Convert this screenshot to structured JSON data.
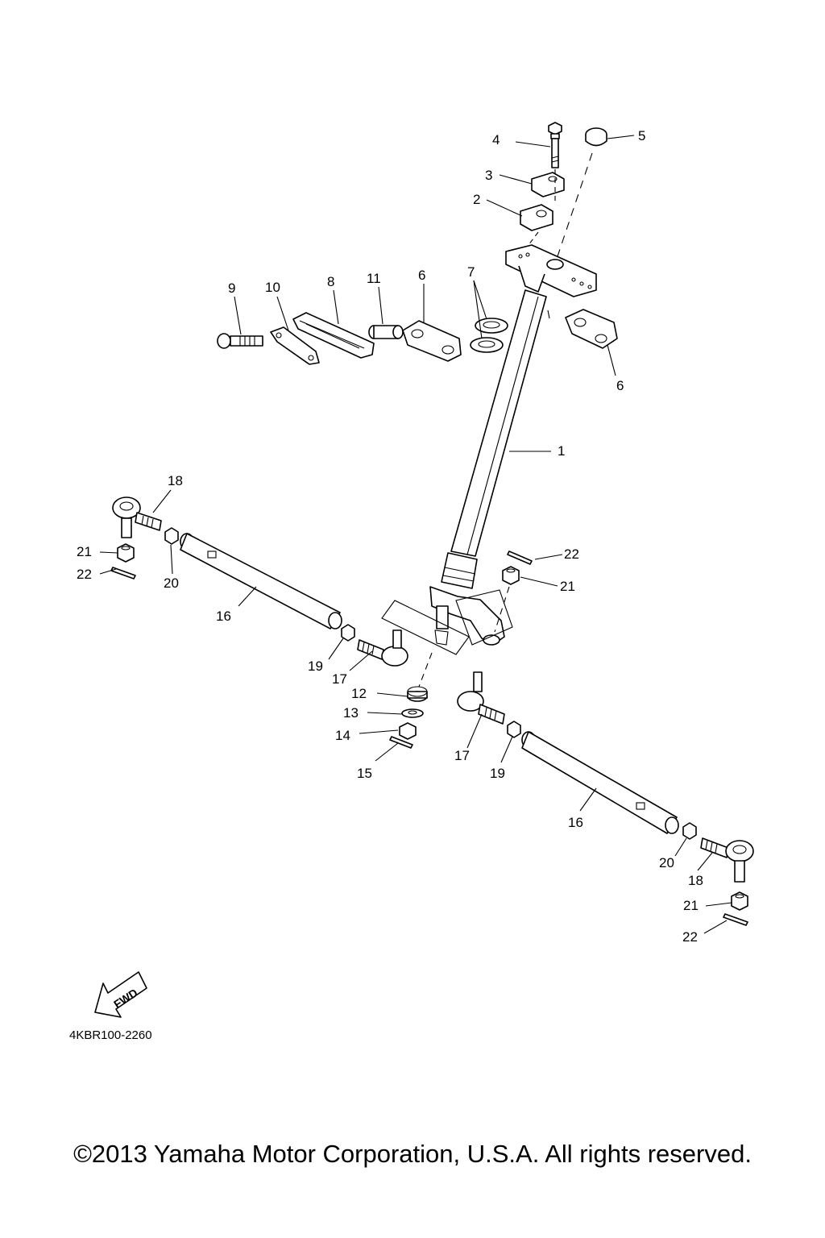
{
  "diagram": {
    "part_code": "4KBR100-2260",
    "fwd_label": "FWD",
    "callouts": [
      {
        "id": "c4",
        "label": "4"
      },
      {
        "id": "c5",
        "label": "5"
      },
      {
        "id": "c3",
        "label": "3"
      },
      {
        "id": "c2",
        "label": "2"
      },
      {
        "id": "c9",
        "label": "9"
      },
      {
        "id": "c10",
        "label": "10"
      },
      {
        "id": "c8",
        "label": "8"
      },
      {
        "id": "c11",
        "label": "11"
      },
      {
        "id": "c6a",
        "label": "6"
      },
      {
        "id": "c7",
        "label": "7"
      },
      {
        "id": "c6b",
        "label": "6"
      },
      {
        "id": "c1",
        "label": "1"
      },
      {
        "id": "c18a",
        "label": "18"
      },
      {
        "id": "c21a",
        "label": "21"
      },
      {
        "id": "c22a",
        "label": "22"
      },
      {
        "id": "c20a",
        "label": "20"
      },
      {
        "id": "c16a",
        "label": "16"
      },
      {
        "id": "c22b",
        "label": "22"
      },
      {
        "id": "c21b",
        "label": "21"
      },
      {
        "id": "c19a",
        "label": "19"
      },
      {
        "id": "c17a",
        "label": "17"
      },
      {
        "id": "c12",
        "label": "12"
      },
      {
        "id": "c13",
        "label": "13"
      },
      {
        "id": "c14",
        "label": "14"
      },
      {
        "id": "c15",
        "label": "15"
      },
      {
        "id": "c17b",
        "label": "17"
      },
      {
        "id": "c19b",
        "label": "19"
      },
      {
        "id": "c16b",
        "label": "16"
      },
      {
        "id": "c20b",
        "label": "20"
      },
      {
        "id": "c18b",
        "label": "18"
      },
      {
        "id": "c21c",
        "label": "21"
      },
      {
        "id": "c22c",
        "label": "22"
      }
    ]
  },
  "footer": {
    "copyright": "©2013 Yamaha Motor Corporation, U.S.A. All rights reserved."
  }
}
